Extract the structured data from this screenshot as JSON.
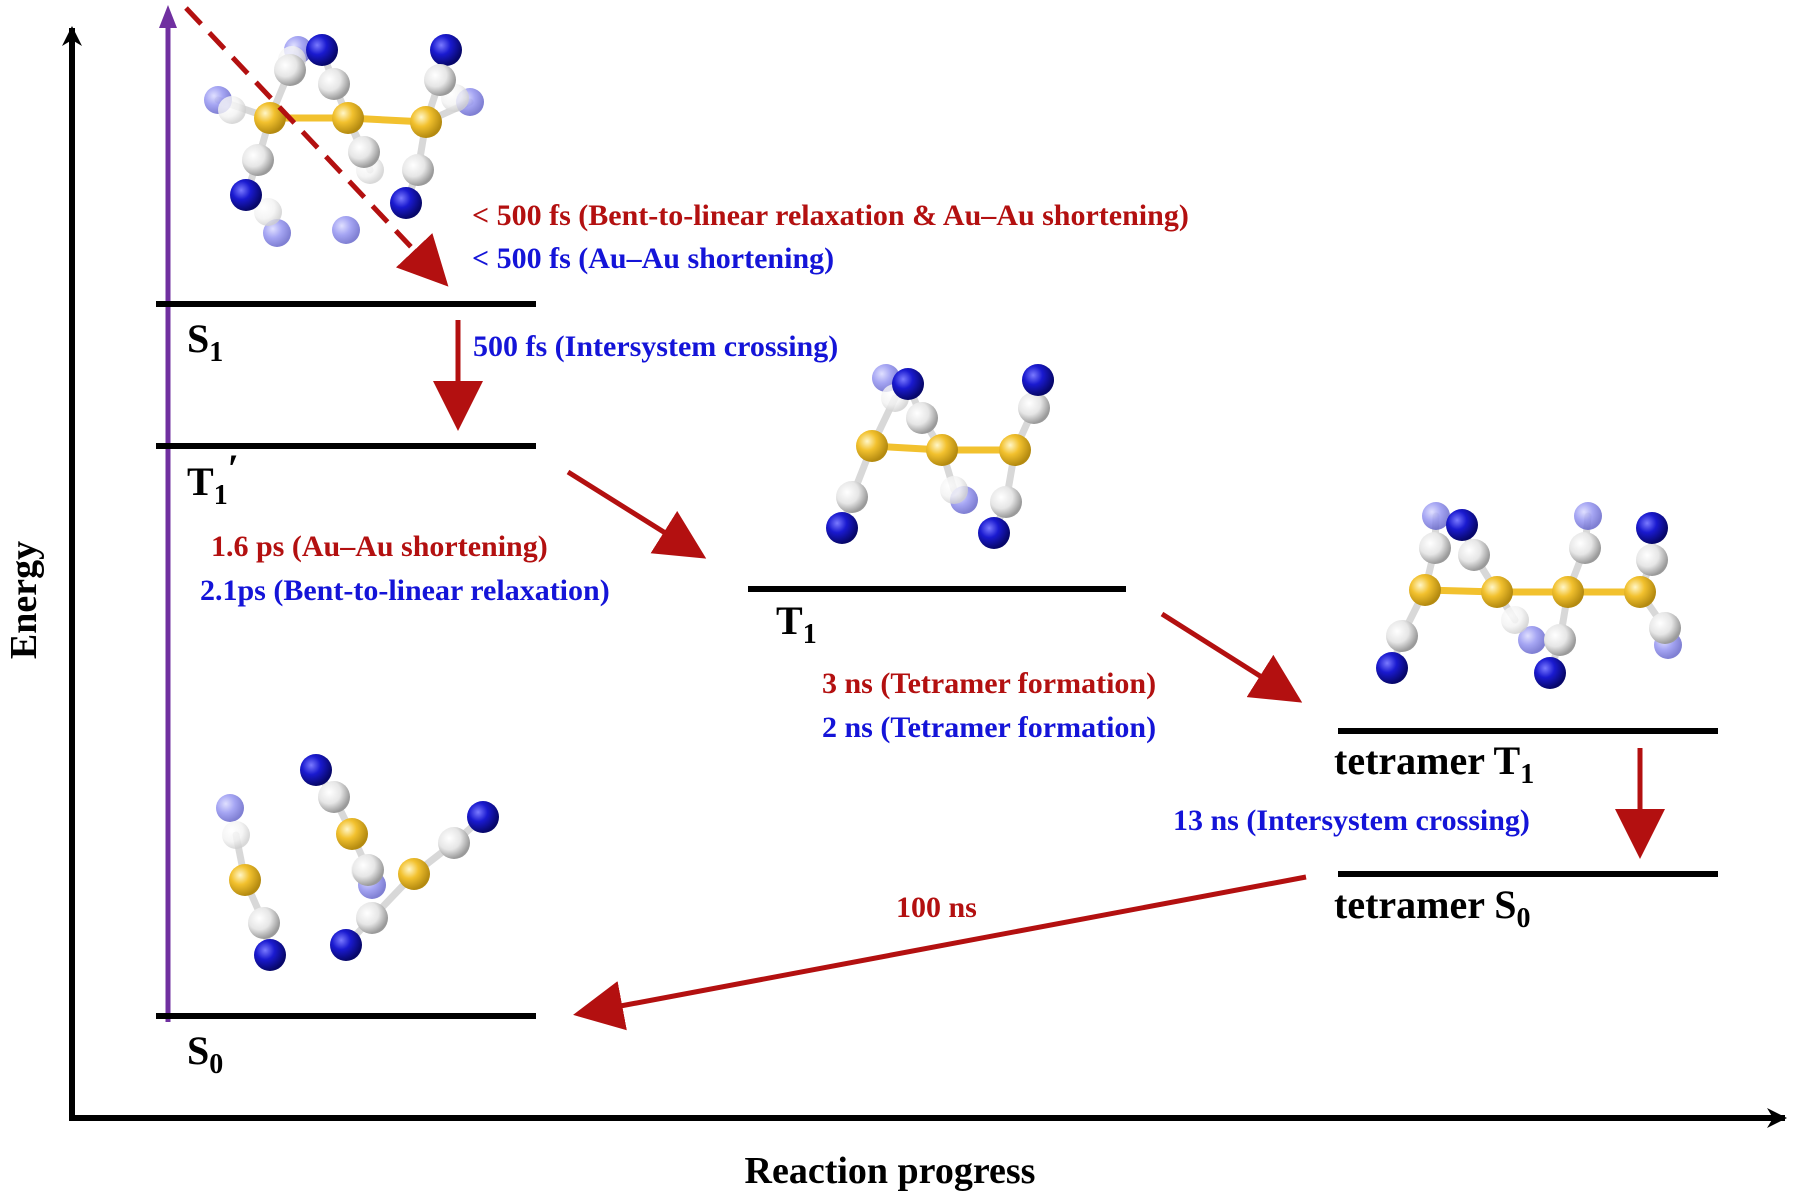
{
  "colors": {
    "red": "#b31010",
    "blue": "#1414d8",
    "purple": "#7030a0",
    "black": "#000000",
    "gold": "#f2c12e",
    "nitrogen": "#1a1ad0",
    "carbon": "#e6e6e6"
  },
  "axes": {
    "y_label": "Energy",
    "x_label": "Reaction progress"
  },
  "levels": {
    "s1": {
      "base": "S",
      "sub": "1"
    },
    "t1_prime": {
      "base": "T",
      "sub": "1",
      "suffix": "′"
    },
    "t1": {
      "base": "T",
      "sub": "1"
    },
    "tetramer_t1": {
      "base": "tetramer T",
      "sub": "1"
    },
    "tetramer_s0": {
      "base": "tetramer S",
      "sub": "0"
    },
    "s0": {
      "base": "S",
      "sub": "0"
    }
  },
  "annotations": {
    "s1_relax_red": "< 500 fs (Bent-to-linear relaxation & Au–Au shortening)",
    "s1_relax_blue": "< 500 fs (Au–Au shortening)",
    "isc_blue": "500 fs (Intersystem crossing)",
    "t1p_red": "1.6 ps (Au–Au shortening)",
    "t1p_blue": "2.1ps (Bent-to-linear relaxation)",
    "tetramer_red": "3 ns (Tetramer formation)",
    "tetramer_blue": "2 ns (Tetramer formation)",
    "tetramer_isc_blue": "13 ns (Intersystem crossing)",
    "return_red": "100 ns"
  },
  "molecules": {
    "s1_structure": "bent-trimer-structure",
    "t1_structure": "linear-trimer-structure",
    "tetramer_structure": "tetramer-structure",
    "s0_structure": "ground-state-trimer-structure"
  }
}
